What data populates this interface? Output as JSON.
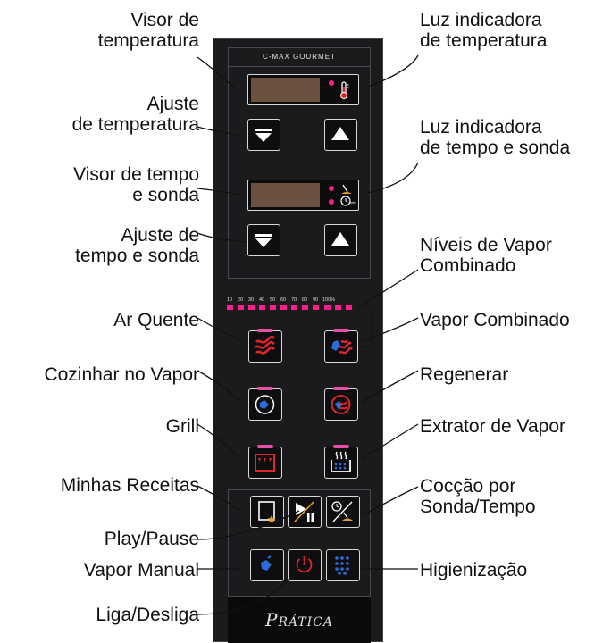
{
  "panel": {
    "model": "C-MAX GOURMET",
    "brand_initial": "P",
    "brand_rest": "RÁTICA"
  },
  "steam_levels": [
    "10",
    "20",
    "30",
    "40",
    "50",
    "60",
    "70",
    "80",
    "90",
    "100%"
  ],
  "colors": {
    "led": "#ff1f8c",
    "lcd": "#6b5140",
    "panel": "#1b1b1e",
    "icon_red": "#e0262d",
    "icon_blue": "#2d6bd9"
  },
  "labels": {
    "visor_temp": [
      "Visor de",
      "temperatura"
    ],
    "ajuste_temp": [
      "Ajuste",
      "de temperatura"
    ],
    "visor_tempo": [
      "Visor de tempo",
      "e sonda"
    ],
    "ajuste_tempo": [
      "Ajuste de",
      "tempo e sonda"
    ],
    "ar_quente": "Ar Quente",
    "cozinhar_vapor": "Cozinhar no Vapor",
    "grill": "Grill",
    "minhas_receitas": "Minhas Receitas",
    "play_pause": "Play/Pause",
    "vapor_manual": "Vapor Manual",
    "liga_desliga": "Liga/Desliga",
    "luz_temp": [
      "Luz indicadora",
      "de temperatura"
    ],
    "luz_tempo": [
      "Luz indicadora",
      "de tempo e sonda"
    ],
    "niveis_vapor": [
      "Níveis de Vapor",
      "Combinado"
    ],
    "vapor_combinado": "Vapor Combinado",
    "regenerar": "Regenerar",
    "extrator": "Extrator de Vapor",
    "coccao": [
      "Cocção por",
      "Sonda/Tempo"
    ],
    "higienizacao": "Higienização"
  }
}
